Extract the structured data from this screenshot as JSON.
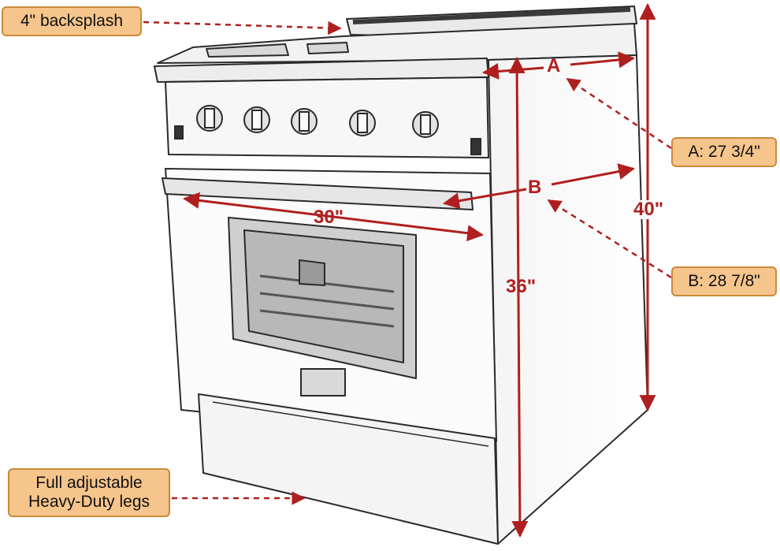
{
  "callouts": {
    "backsplash": "4\" backsplash",
    "dim_a": "A: 27 3/4\"",
    "dim_b": "B: 28 7/8\"",
    "legs_line1": "Full adjustable",
    "legs_line2": "Heavy-Duty legs"
  },
  "dimensions": {
    "a": "A",
    "b": "B",
    "width": "30\"",
    "height_body": "36\"",
    "height_total": "40\""
  },
  "oven_badge": "",
  "colors": {
    "dimension_red": "#b01f1f",
    "callout_fill": "#f5c58c",
    "callout_border": "#c98a3a",
    "sketch_line": "#2a2a2a"
  }
}
